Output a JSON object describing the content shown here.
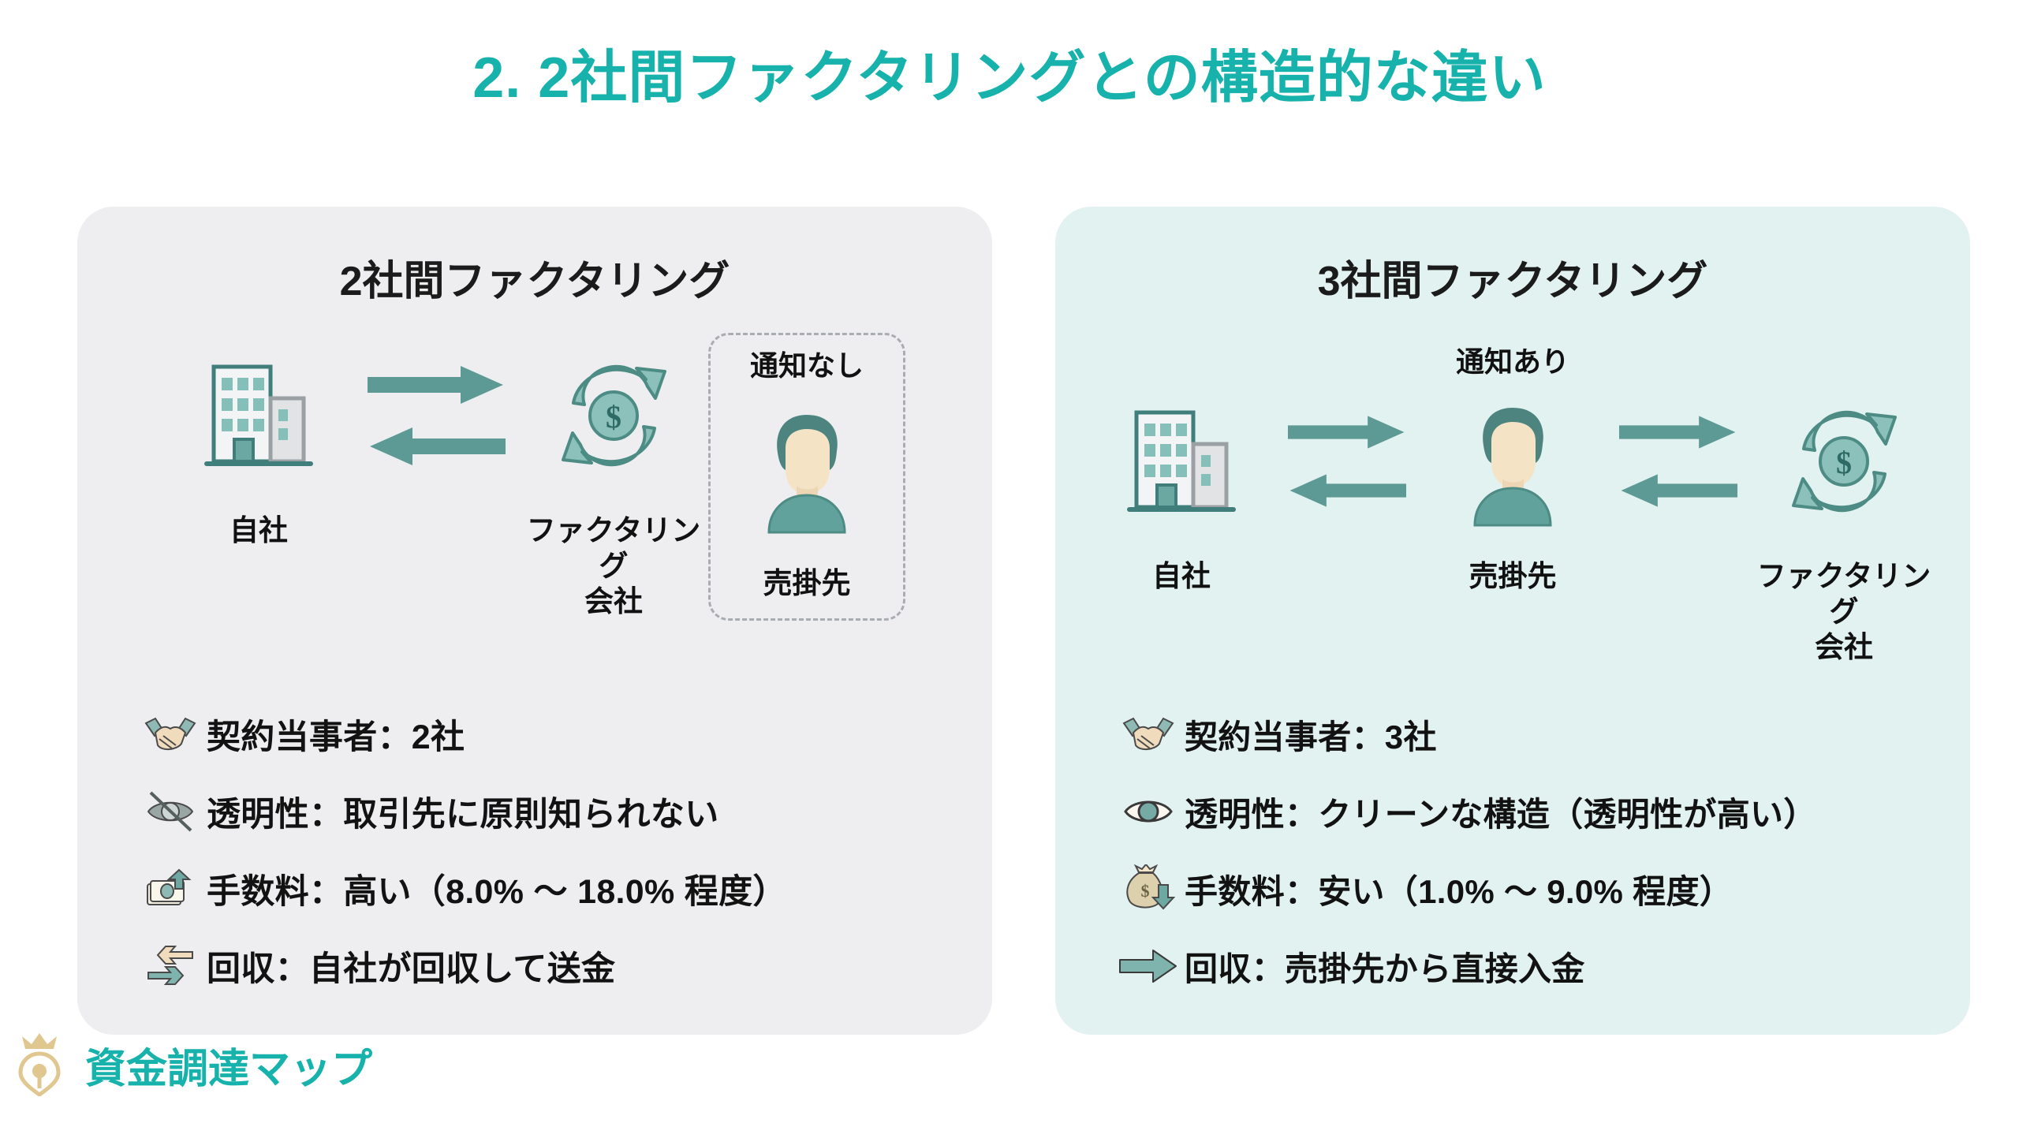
{
  "title": "2. 2社間ファクタリングとの構造的な違い",
  "colors": {
    "accent": "#17b2ab",
    "left_card_bg": "#eeeef0",
    "right_card_bg": "#e2f2f1",
    "icon_teal": "#5e9a95",
    "icon_dark_teal": "#3f7e7a",
    "text": "#111111",
    "logo_gold": "#ddc489"
  },
  "left_card": {
    "heading": "2社間ファクタリング",
    "diagram": {
      "nodes": [
        {
          "label": "自社",
          "icon": "office-building-icon"
        },
        {
          "label": "ファクタリング\n会社",
          "icon": "money-recycle-icon"
        },
        {
          "label": "売掛先",
          "icon": "person-icon",
          "notice": "通知なし",
          "boxed": true
        }
      ],
      "arrow_groups": [
        {
          "directions": [
            "right",
            "left"
          ]
        }
      ]
    },
    "bullets": [
      {
        "icon": "handshake-icon",
        "text": "契約当事者：2社"
      },
      {
        "icon": "eye-slash-icon",
        "text": "透明性：取引先に原則知られない"
      },
      {
        "icon": "money-up-icon",
        "text": "手数料：高い（8.0% ～ 18.0% 程度）"
      },
      {
        "icon": "arrows-exchange-icon",
        "text": "回収：自社が回収して送金"
      }
    ]
  },
  "right_card": {
    "heading": "3社間ファクタリング",
    "diagram": {
      "notice": "通知あり",
      "nodes": [
        {
          "label": "自社",
          "icon": "office-building-icon"
        },
        {
          "label": "売掛先",
          "icon": "person-icon"
        },
        {
          "label": "ファクタリング\n会社",
          "icon": "money-recycle-icon"
        }
      ],
      "arrow_groups": [
        {
          "directions": [
            "right",
            "left"
          ]
        },
        {
          "directions": [
            "right",
            "left"
          ]
        }
      ]
    },
    "bullets": [
      {
        "icon": "handshake-icon",
        "text": "契約当事者：3社"
      },
      {
        "icon": "eye-icon",
        "text": "透明性：クリーンな構造（透明性が高い）"
      },
      {
        "icon": "money-bag-down-icon",
        "text": "手数料：安い（1.0% ～ 9.0% 程度）"
      },
      {
        "icon": "arrow-right-icon",
        "text": "回収：売掛先から直接入金"
      }
    ]
  },
  "footer": {
    "logo_text": "資金調達マップ",
    "logo_icon": "crown-map-pin-icon"
  }
}
